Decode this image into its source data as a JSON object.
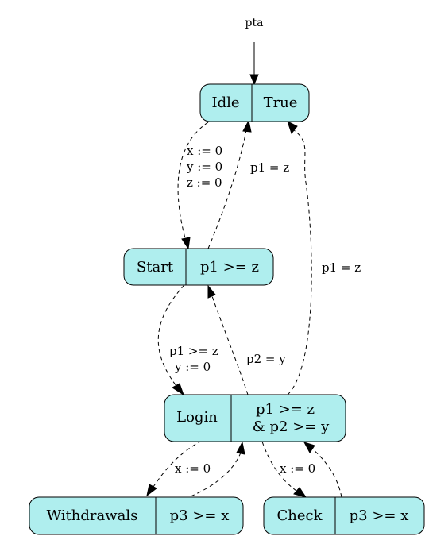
{
  "title": "pta",
  "nodes": {
    "idle": {
      "name": "Idle",
      "invariant": "True"
    },
    "start": {
      "name": "Start",
      "invariant": "p1 >= z"
    },
    "login": {
      "name": "Login",
      "invariant_line1": "p1 >= z",
      "invariant_line2": "& p2 >= y"
    },
    "withdrawals": {
      "name": "Withdrawals",
      "invariant": "p3 >= x"
    },
    "check": {
      "name": "Check",
      "invariant": "p3 >= x"
    }
  },
  "edges": {
    "idle_start": {
      "line1": "x := 0",
      "line2": "y := 0",
      "line3": "z := 0"
    },
    "start_idle": {
      "label": "p1 = z"
    },
    "login_idle": {
      "label": "p1 = z"
    },
    "start_login": {
      "line1": "p1 >= z",
      "line2": "y := 0"
    },
    "login_start": {
      "label": "p2 = y"
    },
    "login_withdrawals": {
      "label": "x := 0"
    },
    "login_check": {
      "label": "x := 0"
    }
  },
  "colors": {
    "node_fill": "#afeeee",
    "stroke": "#000000"
  }
}
